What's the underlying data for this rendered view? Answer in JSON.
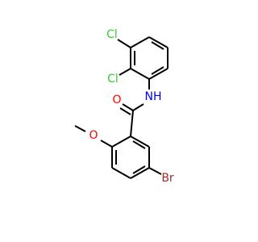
{
  "molecule": {
    "atoms": {
      "cl_top": {
        "label": "Cl",
        "color": "#33cc33"
      },
      "cl_mid": {
        "label": "Cl",
        "color": "#33cc33"
      },
      "nh": {
        "label": "NH",
        "color": "#0000ff"
      },
      "o_carbonyl": {
        "label": "O",
        "color": "#ff0000"
      },
      "o_methoxy": {
        "label": "O",
        "color": "#ff0000"
      },
      "br": {
        "label": "Br",
        "color": "#a52a2a"
      }
    }
  }
}
